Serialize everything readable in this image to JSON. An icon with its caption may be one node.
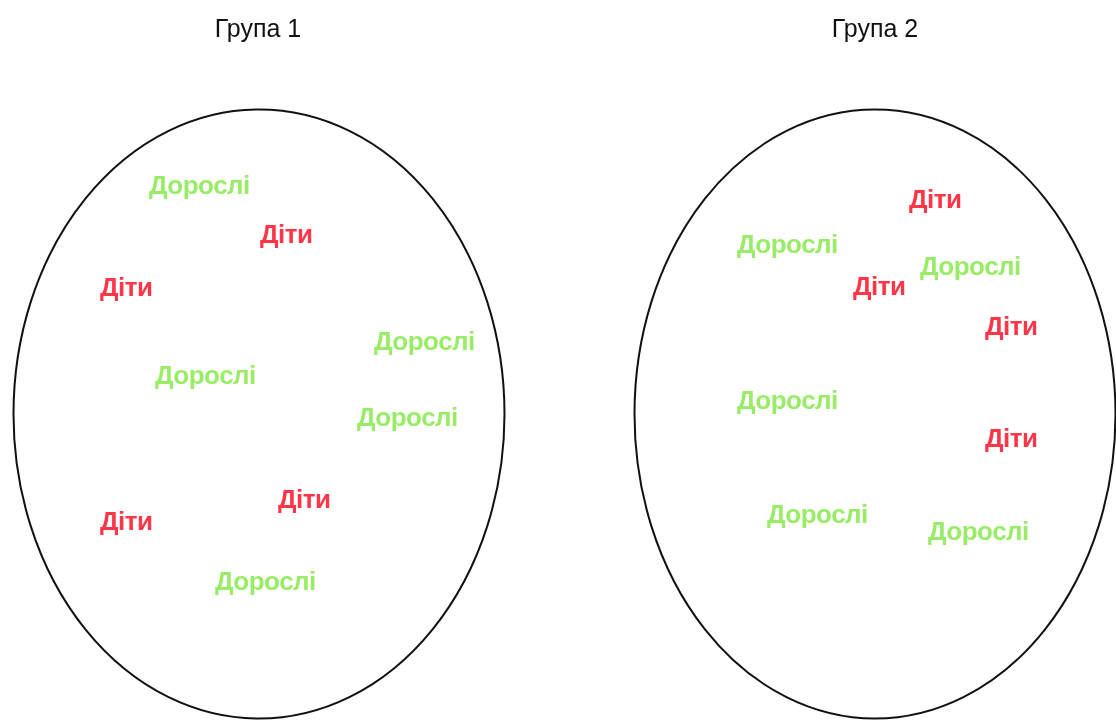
{
  "diagram": {
    "nodes": [
      {
        "text": [
          "Група 1",
          "Дорослі",
          "Діти",
          "Діти",
          "Дорослі",
          "Дорослі",
          "Дорослі",
          "Діти",
          "Діти",
          "Дорослі"
        ]
      },
      {
        "text": [
          "Група 2",
          "Діти",
          "Дорослі",
          "Дорослі",
          "Діти",
          "Діти",
          "Дорослі",
          "Діти",
          "Дорослі",
          "Дорослі"
        ]
      }
    ]
  }
}
